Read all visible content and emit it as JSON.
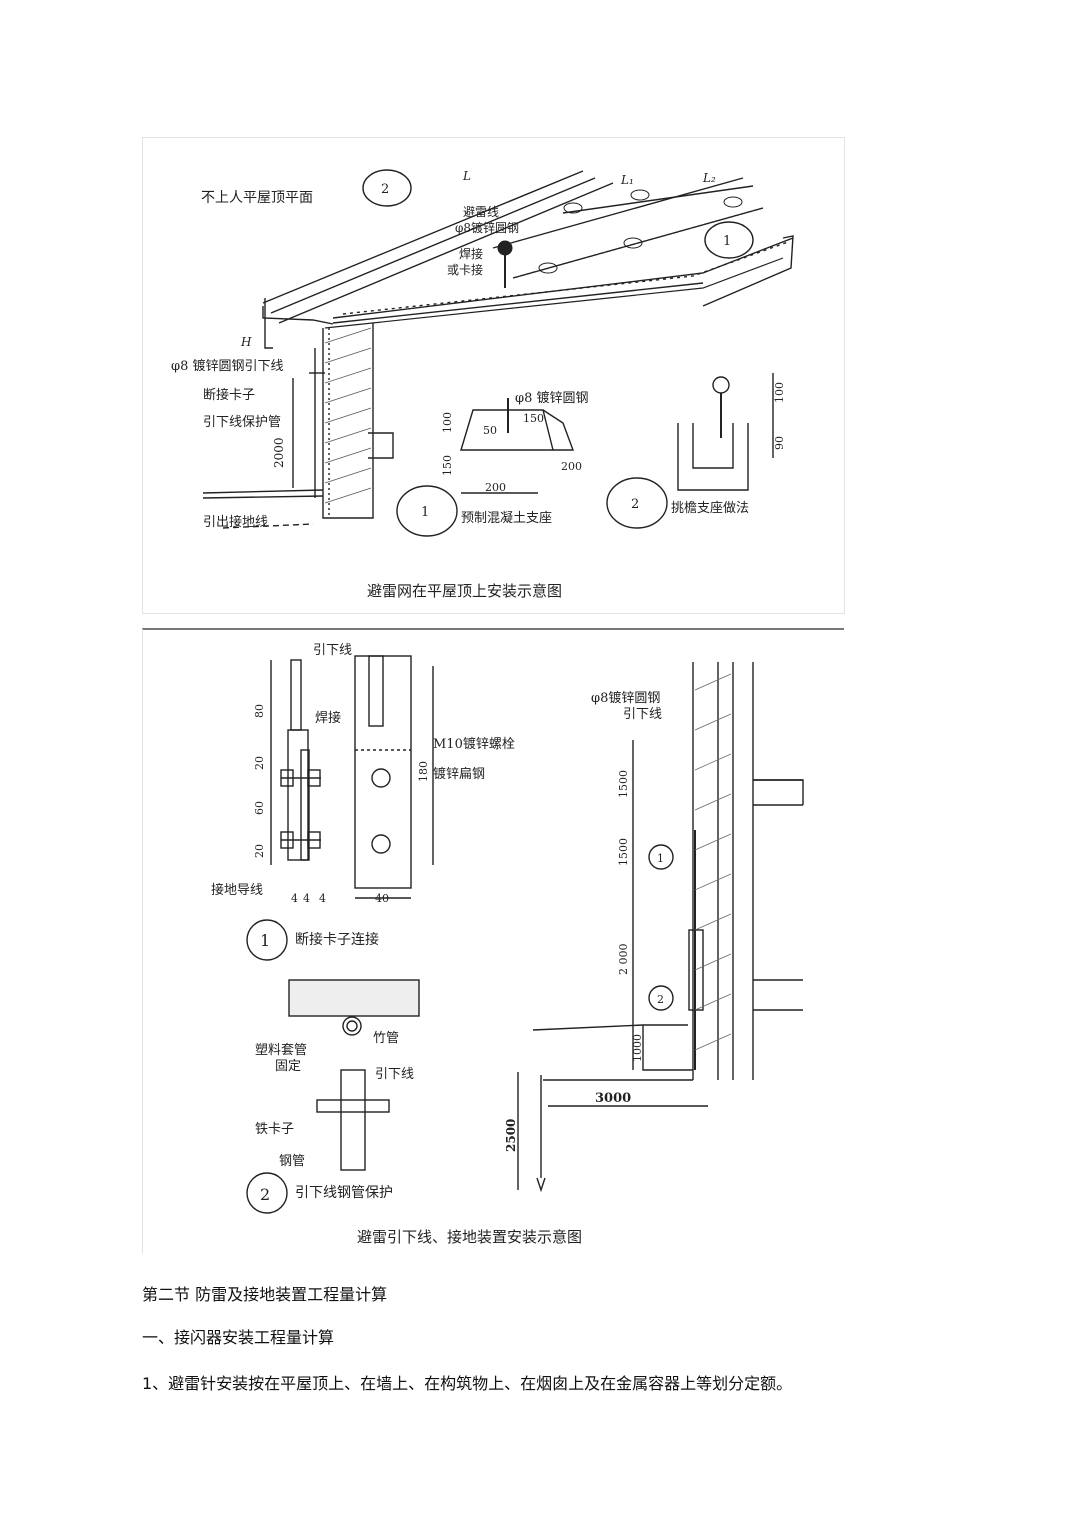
{
  "figure1": {
    "caption": "避雷网在平屋顶上安装示意图",
    "labels": {
      "roof_plane": "不上人平屋顶平面",
      "lightning_wire": "避雷线",
      "round_steel_8": "φ8镀锌圆钢",
      "weld_or_clamp_1": "焊接",
      "weld_or_clamp_2": "或卡接",
      "down_conductor": "φ8 镀锌圆钢引下线",
      "disconnect_clamp": "断接卡子",
      "protection_pipe": "引下线保护管",
      "ground_out": "引出接地线",
      "support_steel": "φ8 镀锌圆钢",
      "precast_support": "预制混凝土支座",
      "eave_support": "挑檐支座做法",
      "dim_2000": "2000",
      "dim_h": "H",
      "dim_l": "L",
      "dim_l1": "L₁",
      "dim_l2": "L₂",
      "num1": "1",
      "num2": "2",
      "d100": "100",
      "d150": "150",
      "d50": "50",
      "d200": "200",
      "d90": "90"
    }
  },
  "figure2": {
    "caption": "避雷引下线、接地装置安装示意图",
    "labels": {
      "down_conductor": "引下线",
      "weld": "焊接",
      "bolt": "M10镀锌螺栓",
      "flat_steel": "镀锌扁钢",
      "ground_wire": "接地导线",
      "detail1": "断接卡子连接",
      "round_steel_top": "φ8镀锌圆钢",
      "round_steel_bottom": "引下线",
      "plastic_sleeve": "塑料套管",
      "fixed": "固定",
      "bamboo_pipe": "竹管",
      "down_conductor2": "引下线",
      "iron_clamp": "铁卡子",
      "steel_pipe": "钢管",
      "detail2": "引下线钢管保护",
      "d80": "80",
      "d20a": "20",
      "d60": "60",
      "d20b": "20",
      "d180": "180",
      "d4a": "4",
      "d4b": "4",
      "d4c": "4",
      "d40": "40",
      "d1500a": "1500",
      "d1500b": "1500",
      "d2000": "2 000",
      "d1000": "1000",
      "d2500": "2500",
      "d3000": "3000",
      "num1": "1",
      "num2": "2"
    }
  },
  "text": {
    "section": "第二节  防雷及接地装置工程量计算",
    "heading": "一、接闪器安装工程量计算",
    "item1": "1、避雷针安装按在平屋顶上、在墙上、在构筑物上、在烟囱上及在金属容器上等划分定额。"
  }
}
